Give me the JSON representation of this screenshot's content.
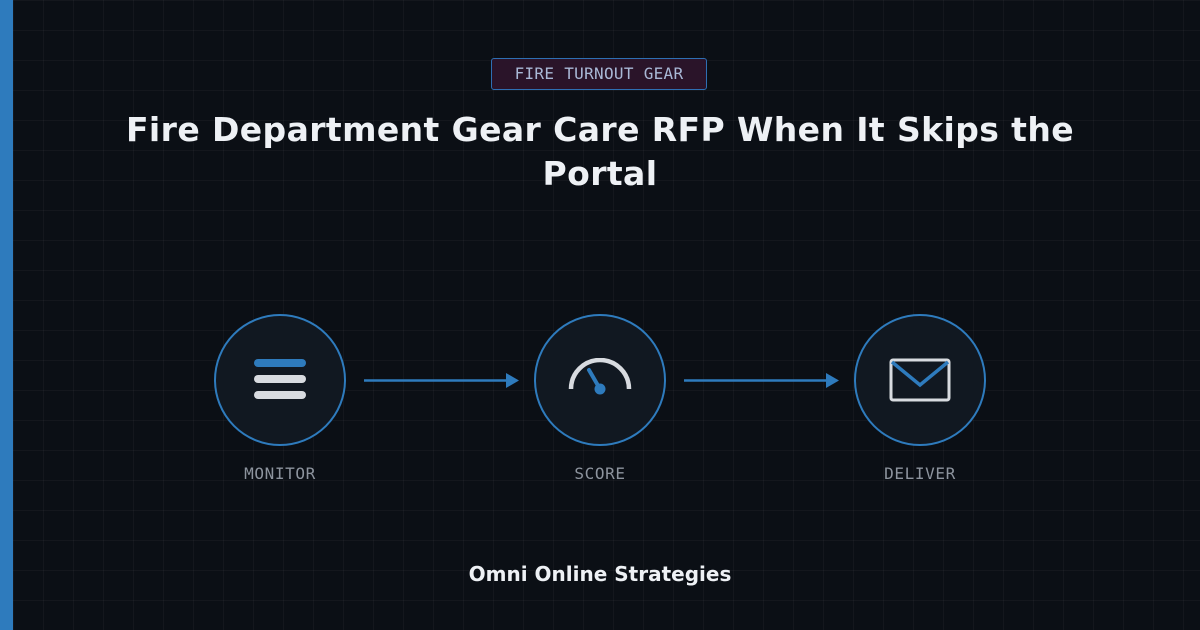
{
  "tag": "FIRE TURNOUT GEAR",
  "title": "Fire Department Gear Care RFP When It Skips the Portal",
  "steps": [
    {
      "label": "MONITOR",
      "icon": "list-icon"
    },
    {
      "label": "SCORE",
      "icon": "gauge-icon"
    },
    {
      "label": "DELIVER",
      "icon": "envelope-icon"
    }
  ],
  "brand": "Omni Online Strategies",
  "colors": {
    "background": "#0b0f15",
    "accent": "#2e7bbd",
    "tag_background": "#2a1429",
    "icon_light": "#d8dbe0"
  }
}
